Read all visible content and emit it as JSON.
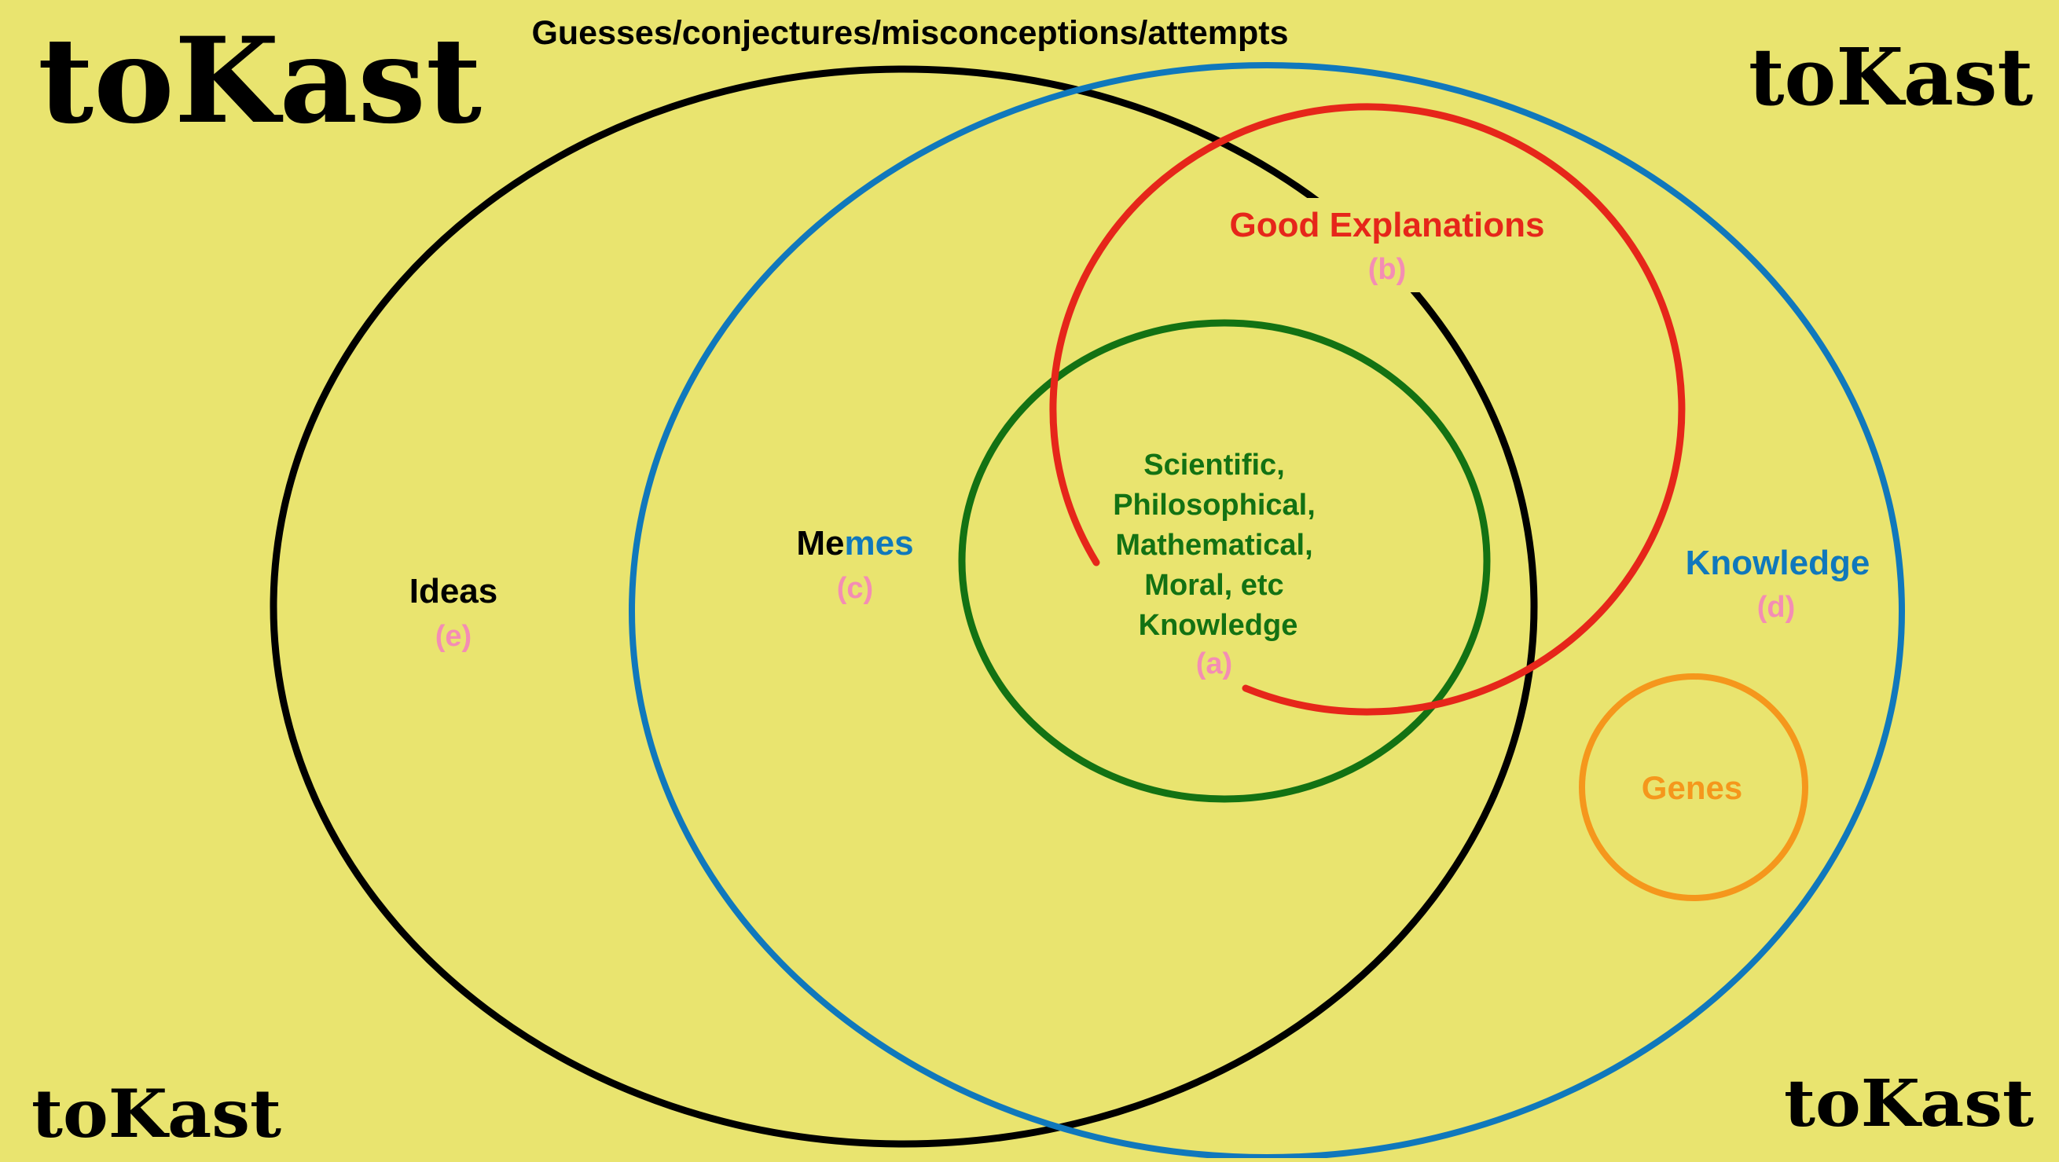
{
  "title": "Guesses/conjectures/misconceptions/attempts",
  "logo_text": "toKast",
  "colors": {
    "background": "#E9E46F",
    "ideas": "#000000",
    "memes": "#1078BC",
    "good_explanations": "#E6261A",
    "knowledge_core": "#137213",
    "genes": "#F5971C",
    "letter_label": "#F48DB4"
  },
  "sets": {
    "ideas": {
      "label": "Ideas",
      "letter": "(e)"
    },
    "memes": {
      "label_black": "Me",
      "label_blue": "mes",
      "letter": "(c)"
    },
    "good_explanations": {
      "label": "Good Explanations",
      "letter": "(b)"
    },
    "knowledge": {
      "label": "Knowledge",
      "letter": "(d)"
    },
    "core": {
      "lines": [
        "Scientific,",
        "Philosophical,",
        "Mathematical,",
        "Moral, etc",
        "Knowledge"
      ],
      "letter": "(a)"
    },
    "genes": {
      "label": "Genes"
    }
  }
}
